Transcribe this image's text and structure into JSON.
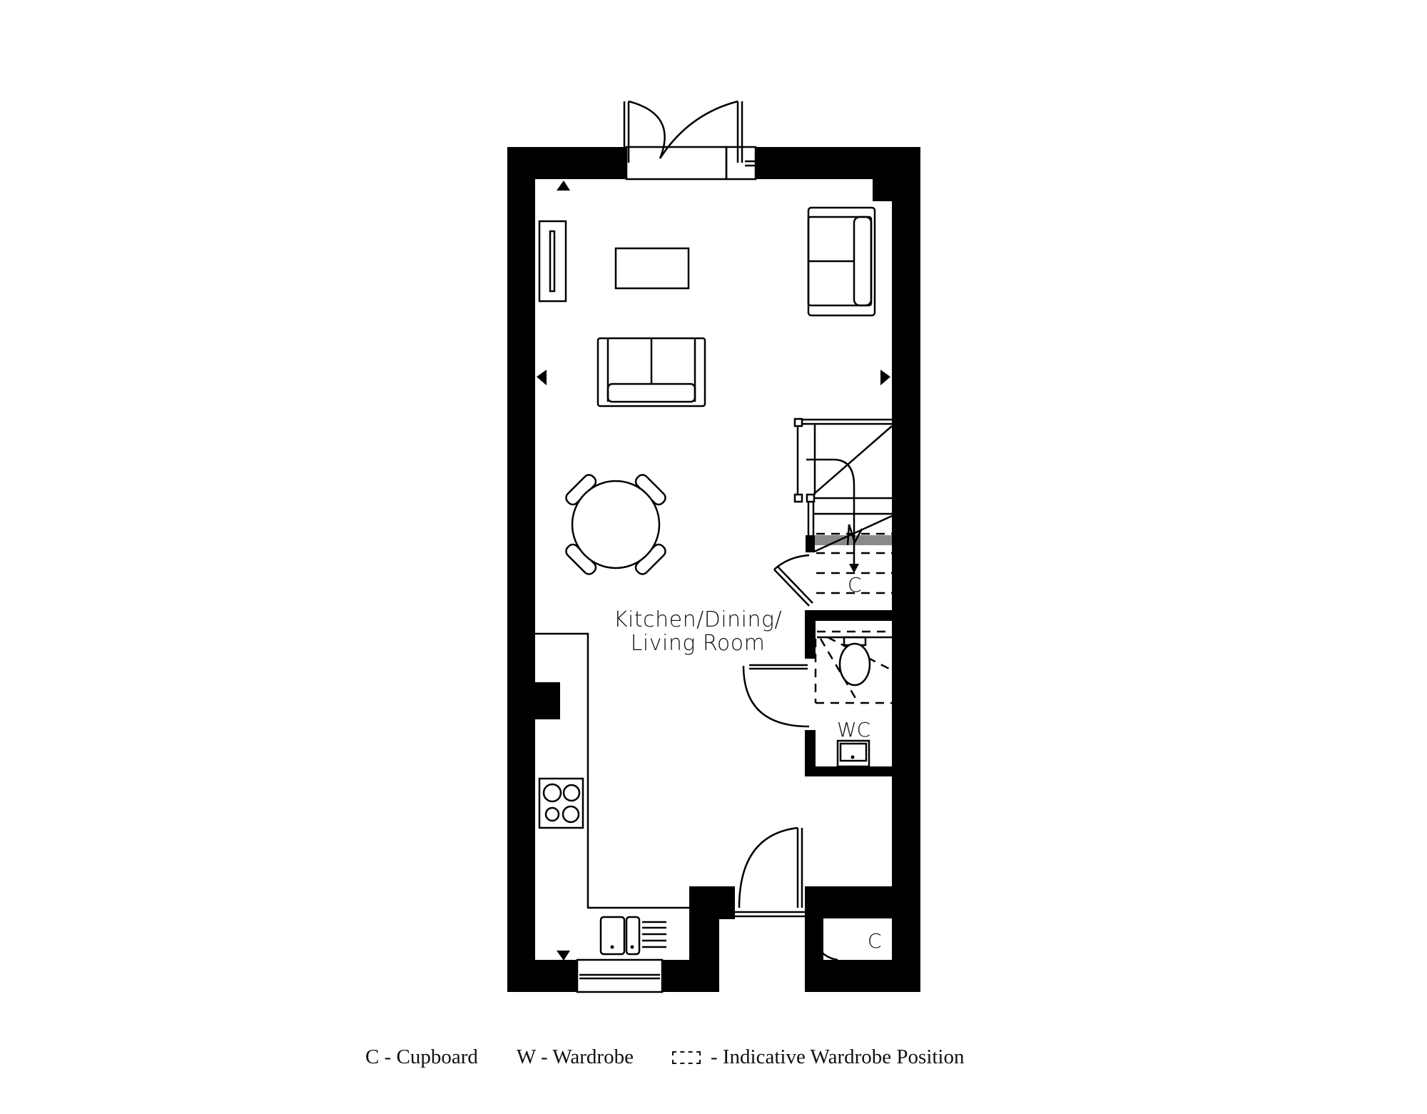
{
  "plan": {
    "rooms": [
      {
        "name": "kitchen-dining-living",
        "label_line1": "Kitchen/Dining/",
        "label_line2": "Living Room"
      },
      {
        "name": "wc",
        "label": "WC"
      }
    ],
    "cupboard_labels": [
      "C",
      "C"
    ]
  },
  "legend": {
    "items": [
      {
        "label": "C - Cupboard"
      },
      {
        "label": "W - Wardrobe"
      },
      {
        "label": "- Indicative Wardrobe Position",
        "swatch": "dashed-box"
      }
    ]
  },
  "colors": {
    "wall": "#000000",
    "background": "#ffffff",
    "stair_tread": "#8a8a8a"
  }
}
